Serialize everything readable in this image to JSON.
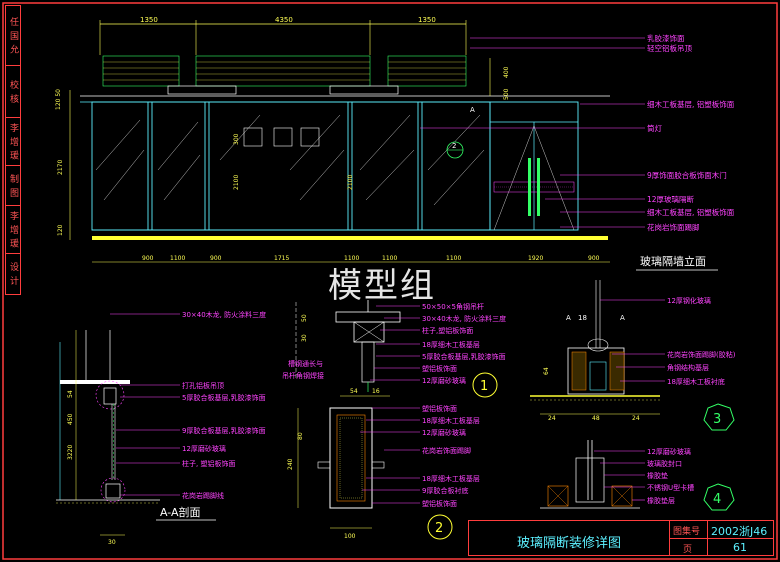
{
  "sidebar": {
    "cells": [
      "设 计",
      "李 增 瑗",
      "制 图",
      "李 增 瑗",
      "校 核",
      "任 国 允"
    ]
  },
  "elevation": {
    "title": "玻璃隔墙立面",
    "dims_top": [
      "1350",
      "4350",
      "1350"
    ],
    "dims_bottom": [
      "900",
      "1100",
      "900",
      "1715",
      "1100",
      "1100",
      "1100",
      "1920",
      "900"
    ],
    "dims_left": [
      "120 50",
      "2170",
      "120"
    ],
    "dims_right": [
      "400",
      "500"
    ],
    "labels": [
      "乳胶漆饰面",
      "轻空铝板吊顶",
      "细木工板基层, 铝塑板饰面",
      "筒灯",
      "9厚饰面胶合板饰面木门",
      "12厚玻璃隔断",
      "细木工板基层, 铝塑板饰面",
      "花岗岩饰面踢脚"
    ],
    "section_mark": "A",
    "detail_mark": "2"
  },
  "section_aa": {
    "title": "A-A剖面",
    "labels": [
      "30×40木龙, 防火涂料三度",
      "打孔铝板吊顶",
      "5厚胶合板基层,乳胶漆饰面",
      "9厚胶合板基层,乳胶漆饰面",
      "12厚磨砂玻璃",
      "柱子, 塑铝板饰面",
      "花岗岩踢脚线"
    ],
    "dims": [
      "54",
      "450",
      "3220",
      "30"
    ]
  },
  "detail1": {
    "number": "1",
    "side_label": "槽钢通长与\n吊杆角钢焊接",
    "labels": [
      "50×50×5角钢吊杆",
      "30×40木龙, 防火涂料三度",
      "柱子,塑铝板饰面",
      "18厚细木工板基层",
      "5厚胶合板基层,乳胶漆饰面",
      "塑铝板饰面",
      "12厚磨砂玻璃"
    ],
    "dims": [
      "50",
      "30",
      "54",
      "16"
    ]
  },
  "detail2": {
    "number": "2",
    "labels": [
      "塑铝板饰面",
      "18厚细木工板基层",
      "12厚磨砂玻璃",
      "花岗岩饰面踢脚",
      "18厚细木工板基层",
      "9厚胶合板衬底",
      "塑铝板饰面"
    ],
    "dims": [
      "240",
      "80",
      "100"
    ]
  },
  "detail3": {
    "number": "3",
    "labels": [
      "12厚钢化玻璃",
      "花岗岩饰面踢脚(胶粘)",
      "角钢结构基层",
      "18厚细木工板衬底"
    ],
    "dims": [
      "24",
      "48",
      "24",
      "64"
    ]
  },
  "detail4": {
    "number": "4",
    "labels": [
      "12厚磨砂玻璃",
      "玻璃胶封口",
      "橡胶垫",
      "不锈钢U型卡槽",
      "橡胶垫层"
    ]
  },
  "titleblock": {
    "title": "玻璃隔断装修详图",
    "atlas_label": "图集号",
    "atlas_value": "2002浙J46",
    "page_label": "页",
    "page_value": "61"
  },
  "watermark": "模型组",
  "colors": {
    "frame": "#ff3d3d",
    "dim": "#ffff55",
    "label": "#ff44ff",
    "text_cyan": "#5cf0ff",
    "white": "#ffffff",
    "green": "#33ff66",
    "floor": "#ffff33"
  }
}
